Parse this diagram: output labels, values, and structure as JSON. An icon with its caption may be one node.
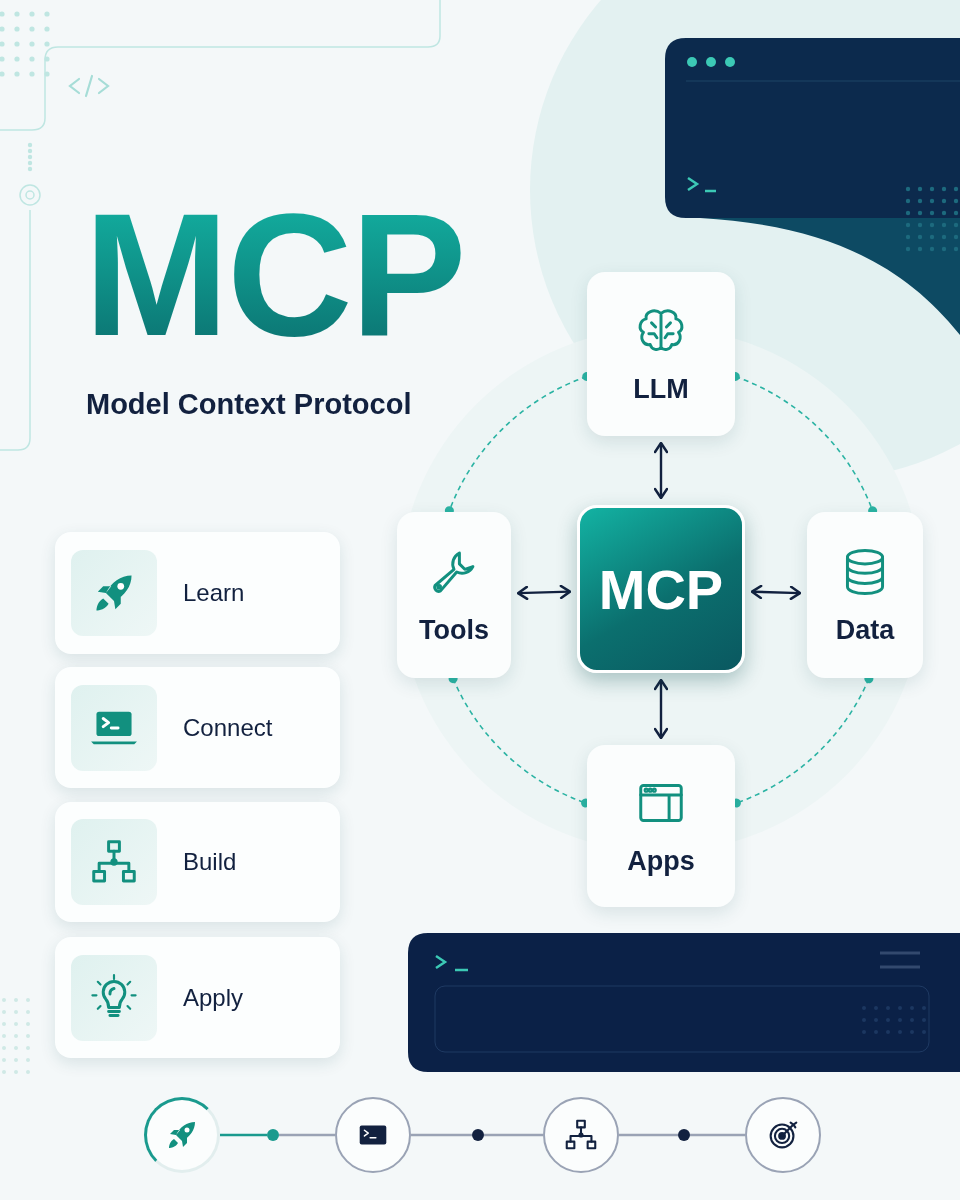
{
  "diagram": {
    "title": "MCP",
    "nodes": [
      {
        "text": [
          "LLM"
        ]
      },
      {
        "text": [
          "Tools"
        ]
      },
      {
        "text": [
          "MCP"
        ]
      },
      {
        "text": [
          "Data"
        ]
      },
      {
        "text": [
          "Apps"
        ]
      },
      {
        "text": [
          "Learn"
        ]
      },
      {
        "text": [
          "Connect"
        ]
      },
      {
        "text": [
          "Build"
        ]
      },
      {
        "text": [
          "Apply"
        ]
      },
      {
        "text": [],
        "shape": "circle"
      },
      {
        "text": [],
        "shape": "circle"
      },
      {
        "text": [],
        "shape": "circle"
      },
      {
        "text": [],
        "shape": "circle"
      },
      {
        "text": [],
        "shape": "circle"
      },
      {
        "text": [],
        "shape": "circle"
      },
      {
        "text": [],
        "shape": "circle"
      }
    ],
    "edges": [
      {
        "from": 0,
        "to": 2,
        "arrow": "both",
        "color": "#12213f"
      },
      {
        "from": 1,
        "to": 2,
        "arrow": "both",
        "color": "#12213f"
      },
      {
        "from": 2,
        "to": 3,
        "arrow": "both",
        "color": "#12213f"
      },
      {
        "from": 2,
        "to": 4,
        "arrow": "both",
        "color": "#12213f"
      },
      {
        "from": 0,
        "to": 1,
        "arrow": "other",
        "style": "dashed",
        "color": "#2bb3a3"
      },
      {
        "from": 0,
        "to": 3,
        "arrow": "other",
        "style": "dashed",
        "color": "#2bb3a3"
      },
      {
        "from": 1,
        "to": 4,
        "arrow": "other",
        "style": "dashed",
        "color": "#2bb3a3"
      },
      {
        "from": 3,
        "to": 4,
        "arrow": "other",
        "style": "dashed",
        "color": "#2bb3a3"
      },
      {
        "from": 9,
        "to": 10,
        "arrow": "none",
        "color": "#1a9a8e"
      },
      {
        "from": 10,
        "to": 11,
        "arrow": "none",
        "color": "#9aa3b5"
      },
      {
        "from": 11,
        "to": 12,
        "arrow": "none",
        "color": "#9aa3b5"
      },
      {
        "from": 12,
        "to": 13,
        "arrow": "none",
        "color": "#9aa3b5"
      },
      {
        "from": 13,
        "to": 14,
        "arrow": "none",
        "color": "#9aa3b5"
      },
      {
        "from": 14,
        "to": 15,
        "arrow": "none",
        "color": "#9aa3b5"
      }
    ],
    "labels": [
      "Model Context Protocol"
    ]
  }
}
